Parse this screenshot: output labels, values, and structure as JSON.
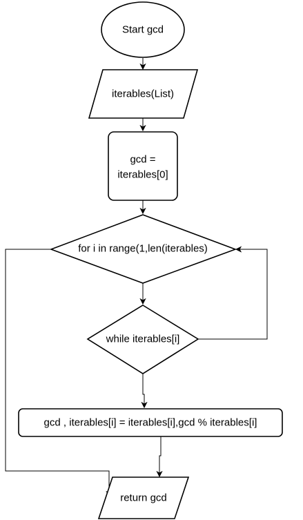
{
  "diagram": {
    "type": "flowchart",
    "colors": {
      "stroke": "#000000",
      "fill": "#ffffff",
      "text": "#000000",
      "background": "#ffffff"
    },
    "nodes": {
      "start": {
        "shape": "ellipse",
        "label": "Start gcd"
      },
      "input": {
        "shape": "parallelogram",
        "label": "iterables(List)"
      },
      "assign": {
        "shape": "rounded-rectangle",
        "label_line1": "gcd =",
        "label_line2": "iterables[0]"
      },
      "for_loop": {
        "shape": "diamond",
        "label": "for i in range(1,len(iterables)"
      },
      "while_loop": {
        "shape": "diamond",
        "label": "while iterables[i]"
      },
      "update": {
        "shape": "rounded-rectangle",
        "label": "gcd , iterables[i] = iterables[i],gcd % iterables[i]"
      },
      "output": {
        "shape": "parallelogram",
        "label": "return gcd"
      }
    },
    "edges": [
      {
        "from": "start",
        "to": "input"
      },
      {
        "from": "input",
        "to": "assign"
      },
      {
        "from": "assign",
        "to": "for_loop"
      },
      {
        "from": "for_loop",
        "to": "while_loop"
      },
      {
        "from": "while_loop",
        "to": "update"
      },
      {
        "from": "while_loop",
        "to": "for_loop"
      },
      {
        "from": "update",
        "to": "output"
      },
      {
        "from": "for_loop",
        "to": "output"
      }
    ]
  }
}
